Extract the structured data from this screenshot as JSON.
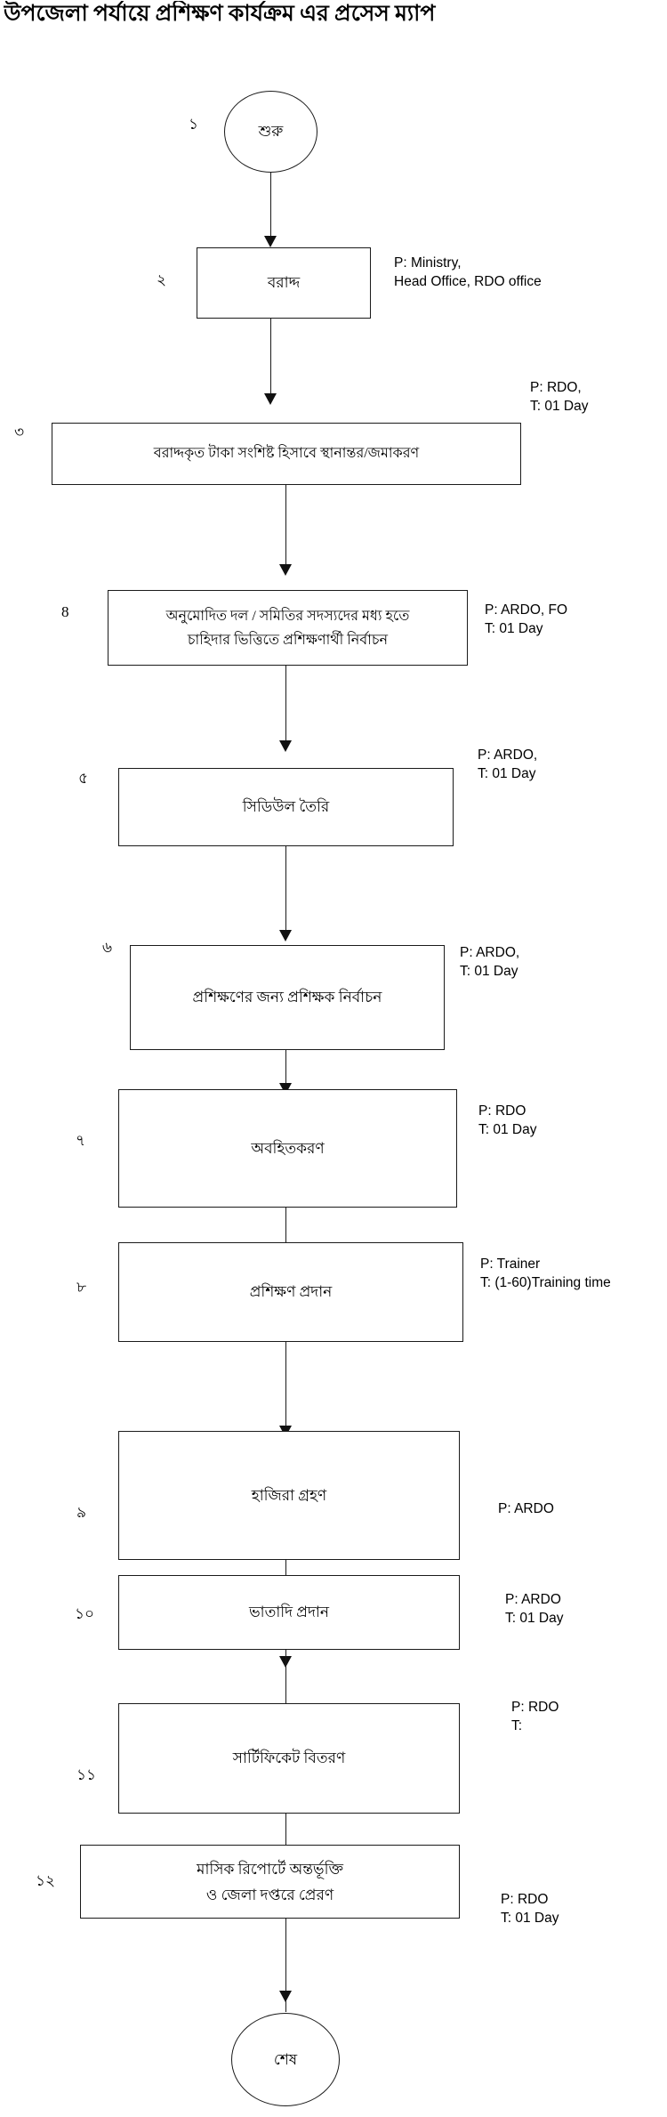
{
  "title": "উপজেলা পর্যায়ে প্রশিক্ষণ কার্যক্রম এর প্রসেস ম্যাপ",
  "colors": {
    "stroke": "#1a1a1a",
    "text": "#000000",
    "background": "#ffffff"
  },
  "start_node": {
    "step_no": "১",
    "label": "শুরু",
    "shape": "circle"
  },
  "end_node": {
    "label": "শেষ",
    "shape": "circle"
  },
  "steps": [
    {
      "step_no": "২",
      "label": "বরাদ্দ",
      "annotation": "P:  Ministry,\n     Head Office, RDO office"
    },
    {
      "step_no": "৩",
      "label": "বরাদ্দকৃত টাকা সংশিষ্ট হিসাবে স্থানান্তর/জমাকরণ",
      "annotation": "P:  RDO,\nT:  01 Day"
    },
    {
      "step_no": "8",
      "label": "অনুমোদিত দল / সমিতির সদস্যদের মধ্য হতে\nচাহিদার ভিত্তিতে প্রশিক্ষণার্থী নির্বাচন",
      "annotation": "P:  ARDO, FO\nT:  01 Day"
    },
    {
      "step_no": "৫",
      "label": "সিডিউল তৈরি",
      "annotation": "P:  ARDO,\nT:  01 Day"
    },
    {
      "step_no": "৬",
      "label": "প্রশিক্ষণের জন্য প্রশিক্ষক নির্বাচন",
      "annotation": "P:  ARDO,\nT:  01 Day"
    },
    {
      "step_no": "৭",
      "label": "অবহিতকরণ",
      "annotation": "P: RDO\nT:  01 Day"
    },
    {
      "step_no": "৮",
      "label": "প্রশিক্ষণ প্রদান",
      "annotation": "P: Trainer\nT:  (1-60)Training time"
    },
    {
      "step_no": "৯",
      "label": "হাজিরা গ্রহণ",
      "annotation": "P: ARDO"
    },
    {
      "step_no": "১০",
      "label": "ভাতাদি প্রদান",
      "annotation": "P: ARDO\nT:  01 Day"
    },
    {
      "step_no": "১১",
      "label": "সার্টিফিকেট বিতরণ",
      "annotation": "P: RDO\nT:"
    },
    {
      "step_no": "১২",
      "label": "মাসিক রিপোর্টে অন্তর্ভূক্তি\nও জেলা দপ্তরে প্রেরণ",
      "annotation": "P: RDO\nT:  01 Day"
    }
  ]
}
